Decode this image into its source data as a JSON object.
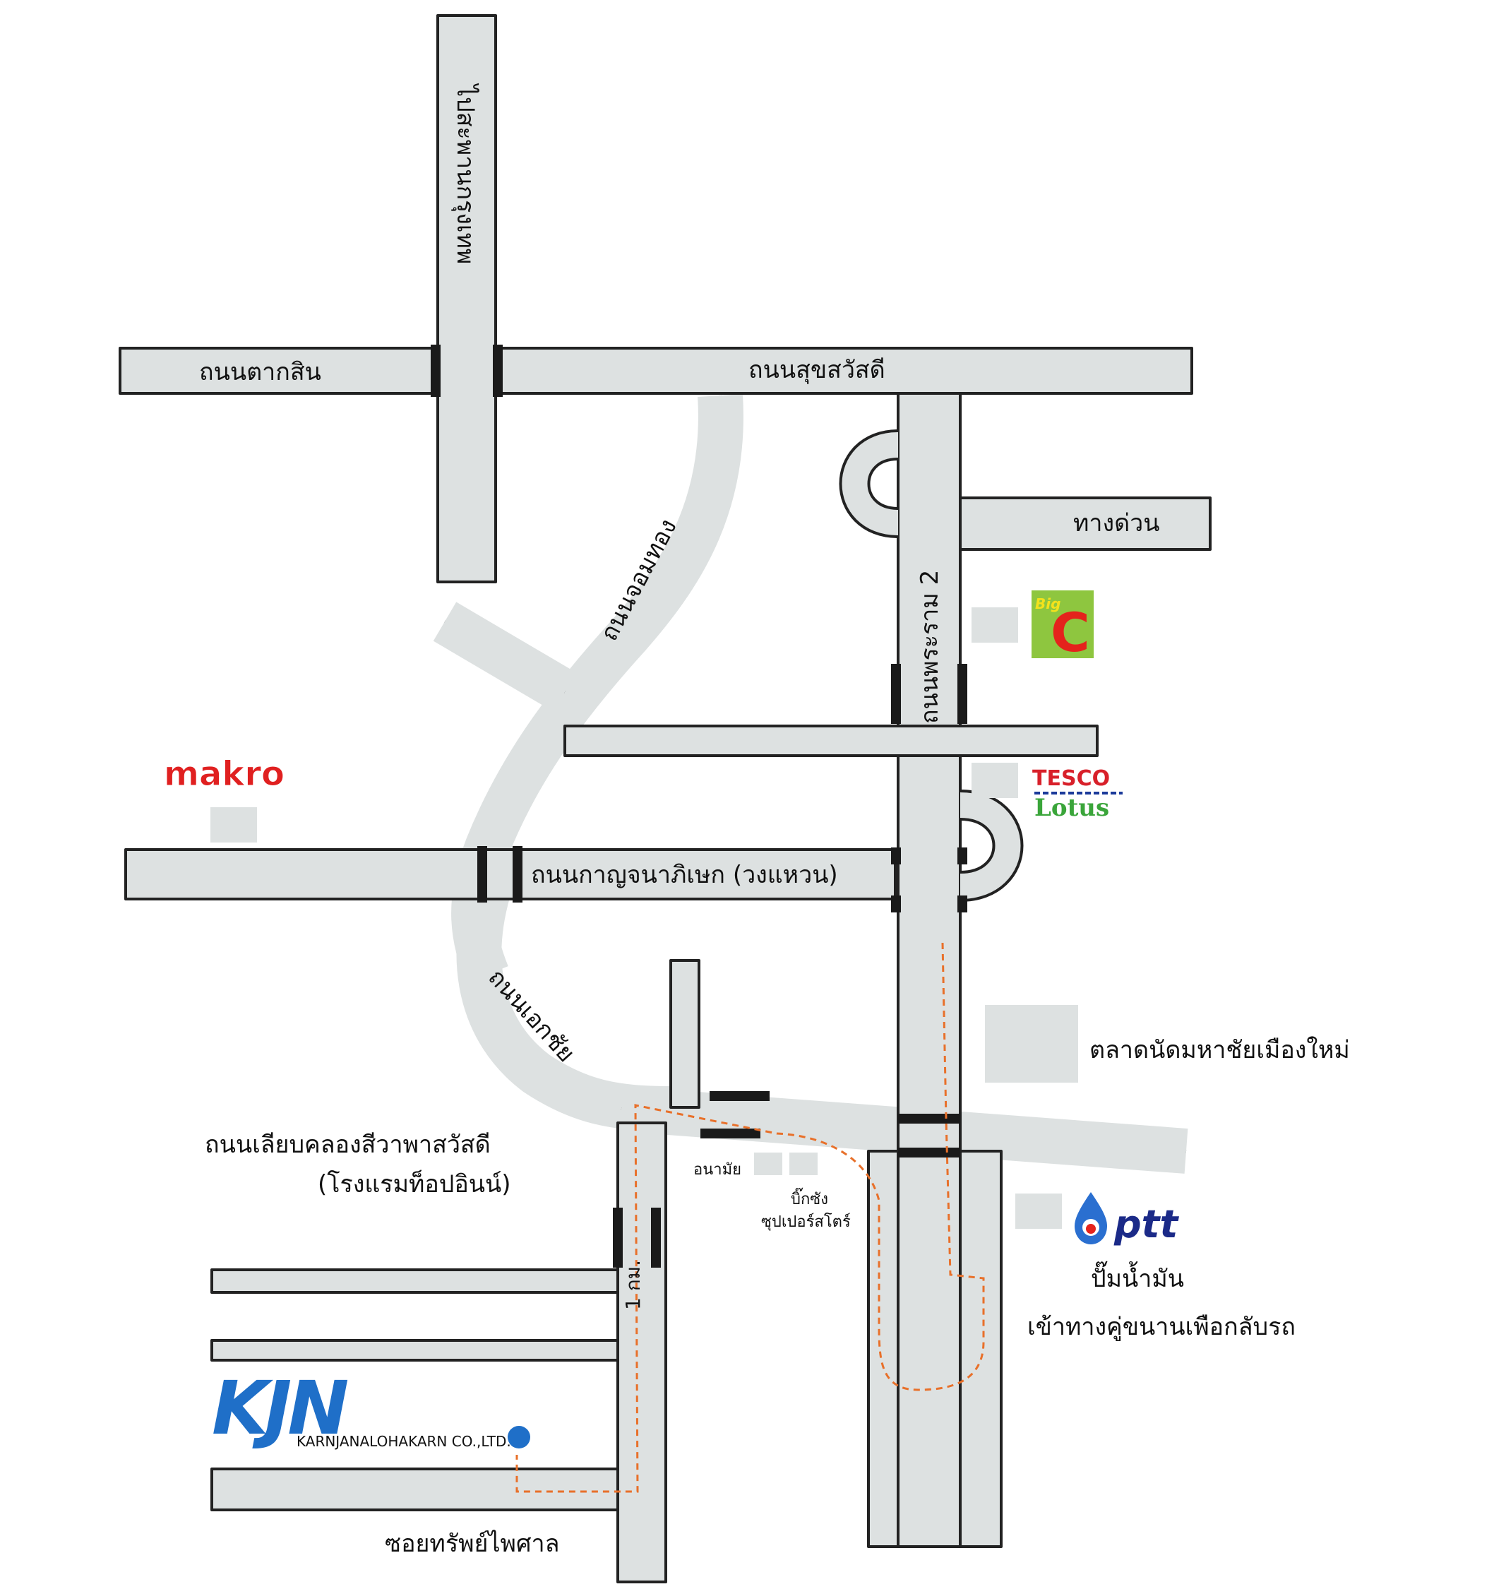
{
  "roads": {
    "taksin": "ถนนตากสิน",
    "suksawat": "ถนนสุขสวัสดี",
    "to_krungthep_bridge": "ไปสะพานกรุงเทพ",
    "chom_thong": "ถนนจอมทอง",
    "rama2": "ถนนพระราม 2",
    "expressway": "ทางด่วน",
    "kanchanaphisek": "ถนนกาญจนาภิเษก (วงแหวน)",
    "ekkachai": "ถนนเอกชัย",
    "khlong_sawa_line1": "ถนนเลียบคลองสีวาพาสวัสดี",
    "khlong_sawa_line2": "(โรงแรมท็อปอินน์)",
    "distance": "1 กม.",
    "soi_sap_phaisan": "ซอยทรัพย์ไพศาล"
  },
  "places": {
    "market": "ตลาดนัดมหาชัยเมืองใหม่",
    "health_center": "อนามัย",
    "big_c_line1": "บิ๊กซัง",
    "big_c_line2": "ซุปเปอร์สโตร์",
    "gas_station": "ปั๊มน้ำมัน",
    "u_turn_note": "เข้าทางคู่ขนานเพือกลับรถ"
  },
  "brands": {
    "makro": "makro",
    "tesco": "TESCO",
    "lotus": "Lotus",
    "bigc_big": "Big",
    "bigc_c": "C",
    "ptt": "ptt",
    "kjn_logo": "KJN",
    "kjn_company": "KARNJANALOHAKARN CO.,LTD."
  },
  "icons": {
    "destination": "location-dot-icon",
    "bridge": "bridge-marker-icon",
    "ptt_drop": "ptt-flame-icon"
  },
  "colors": {
    "road": "#dde1e1",
    "outline": "#222222",
    "route": "#e8702a",
    "destination": "#1f6fc8",
    "makro": "#e02020",
    "tesco": "#d8202a",
    "lotus": "#3aa53a",
    "bigc_bg": "#8ec63f",
    "bigc_c": "#e4231c",
    "ptt": "#1b2a88",
    "kjn": "#1f6fc8"
  }
}
